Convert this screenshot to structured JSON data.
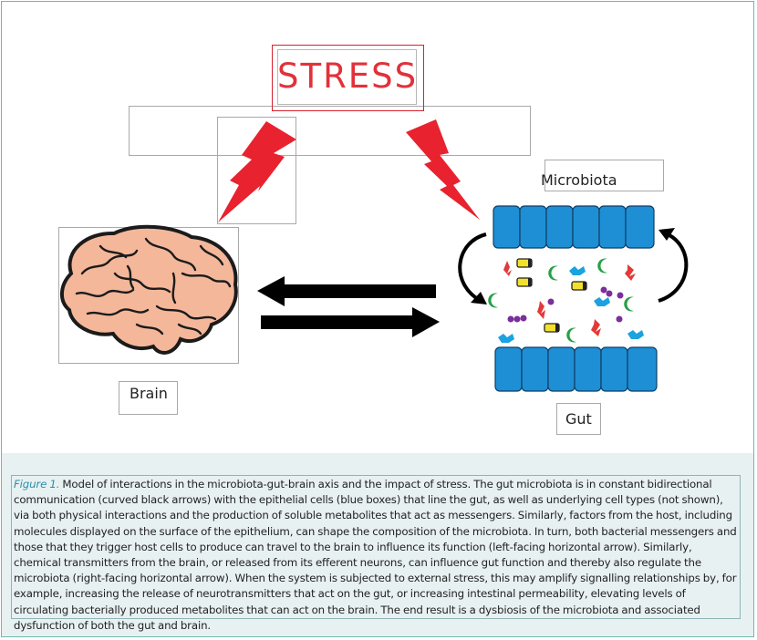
{
  "diagram": {
    "stress_label": "STRESS",
    "microbiota_label": "Microbiota",
    "brain_label": "Brain",
    "gut_label": "Gut"
  },
  "caption": {
    "figure_label": "Figure 1.",
    "text": "Model of interactions in the microbiota-gut-brain axis and the impact of stress. The gut microbiota is in constant bidirectional communication (curved black arrows) with the epithelial cells (blue boxes) that line the gut, as well as underlying cell types (not shown), via both physical interactions and the production of soluble metabolites that act as messengers. Similarly, factors from the host, including molecules displayed on the surface of the epithelium, can shape the composition of the microbiota. In turn, both bacterial messengers and those that they trigger host cells to produce can travel to the brain to influence its function (left-facing horizontal arrow). Similarly, chemical transmitters from the brain, or released from its efferent neurons, can influence gut function and thereby also regulate the microbiota (right-facing horizontal arrow). When the system is subjected to external stress, this may amplify signalling relationships by, for example, increasing the release of neurotransmitters that act on the gut, or increasing intestinal permeability, elevating levels of circulating bacterially produced metabolites that can act on the brain. The end result is a dysbiosis of the microbiota and associated dysfunction of both the gut and brain."
  },
  "colors": {
    "stress_red": "#e2313a",
    "lightning_red": "#e8222e",
    "epithelium_blue": "#1e8fd4",
    "brain_pink": "#f4b79a",
    "arrow_black": "#000000",
    "caption_accent": "#2a8fa8"
  }
}
